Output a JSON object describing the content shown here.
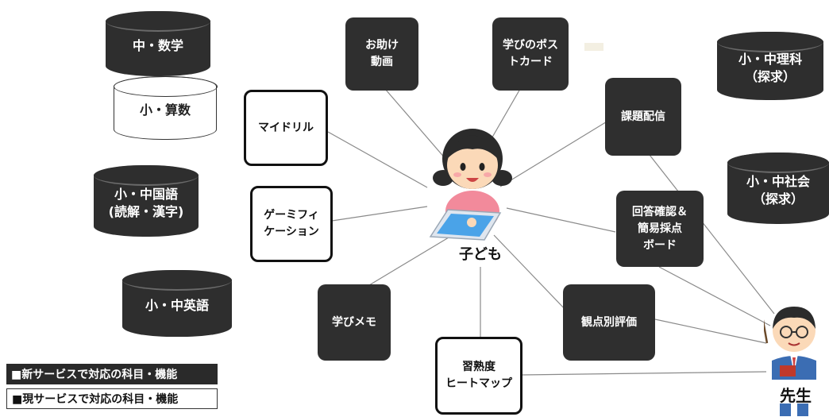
{
  "subjects": {
    "math_jhs": "中・数学",
    "math_elem": "小・算数",
    "japanese": "小・中国語\n(読解・漢字)",
    "english": "小・中英語",
    "science": "小・中理科\n（探求）",
    "social": "小・中社会\n（探求）"
  },
  "features": {
    "help_video": "お助け\n動画",
    "postcard": "学びのポス\nトカード",
    "assignment": "課題配信",
    "my_drill": "マイドリル",
    "gamification": "ゲーミフィ\nケーション",
    "answer_check": "回答確認＆\n簡易採点\nボード",
    "memo": "学びメモ",
    "evaluation": "観点別評価",
    "heatmap": "習熟度\nヒートマップ"
  },
  "people": {
    "child": "子ども",
    "teacher": "先生"
  },
  "legend": {
    "new_service": "■新サービスで対応の科目・機能",
    "current_service": "■現サービスで対応の科目・機能"
  },
  "colors": {
    "dark": "#2e2e2e",
    "light": "#ffffff",
    "link": "#8a8a8a",
    "skin": "#fbd9b8",
    "hair": "#2b2b2b",
    "shirt": "#f28a9b",
    "tablet": "#4aa3e8",
    "teacher_suit": "#3b6db3"
  },
  "icons": [
    "child-icon",
    "tablet-icon",
    "teacher-icon",
    "pointer-icon"
  ]
}
